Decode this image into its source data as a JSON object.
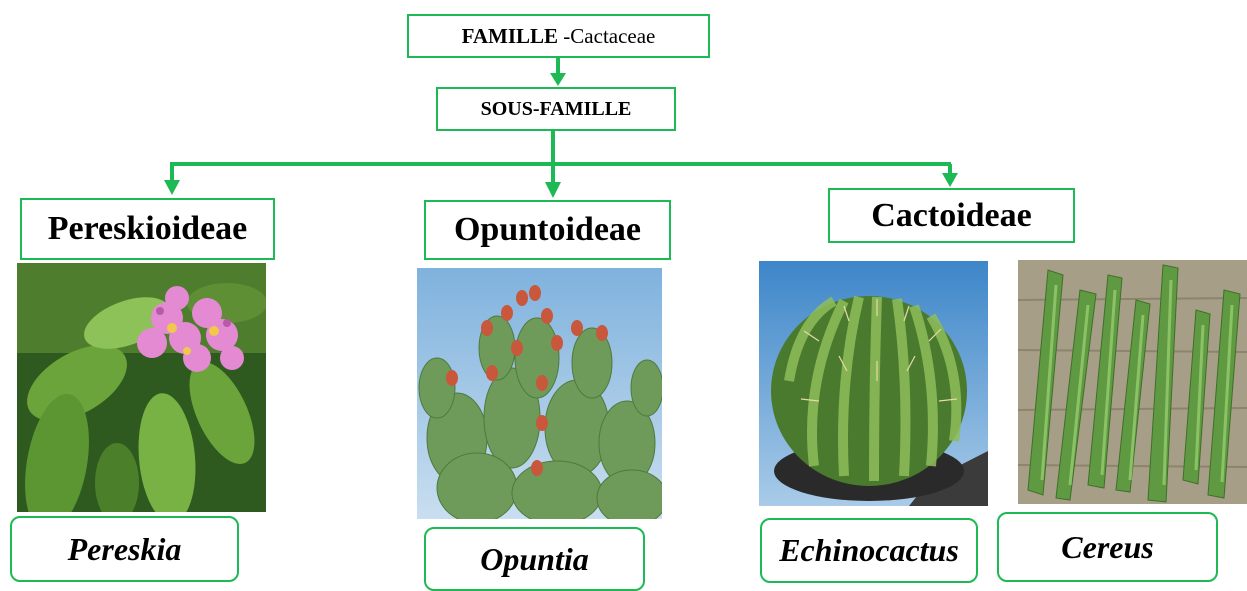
{
  "colors": {
    "connector": "#1db954",
    "box_border": "#1db954"
  },
  "family": {
    "label": "FAMILLE",
    "name": " -Cactaceae"
  },
  "subfamily_header": "SOUS-FAMILLE",
  "subfamilies": [
    {
      "name": "Pereskioideae"
    },
    {
      "name": "Opuntoideae"
    },
    {
      "name": "Cactoideae"
    }
  ],
  "genera": [
    {
      "name": "Pereskia",
      "photo": "pereskia-flower-photo"
    },
    {
      "name": "Opuntia",
      "photo": "opuntia-prickly-pear-photo"
    },
    {
      "name": "Echinocactus",
      "photo": "echinocactus-barrel-cactus-photo"
    },
    {
      "name": "Cereus",
      "photo": "cereus-columnar-stems-photo"
    }
  ]
}
